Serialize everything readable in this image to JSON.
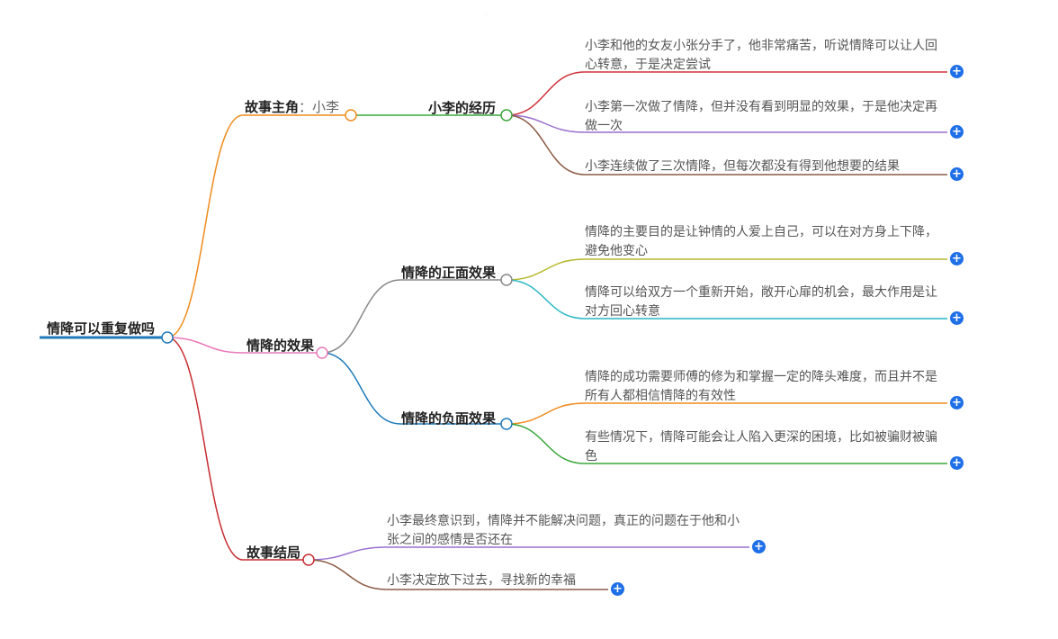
{
  "root": {
    "label": "情降可以重复做吗",
    "color": "#1f7ab8"
  },
  "branches": {
    "protagonist": {
      "label": "故事主角",
      "sep": "：",
      "value": "小李",
      "color": "#f08a1c"
    },
    "experience": {
      "label": "小李的经历",
      "color": "#3aa53a",
      "items": [
        {
          "text": "小李和他的女友小张分手了，他非常痛苦，听说情降可以让人回心转意，于是决定尝试",
          "color": "#d0313a"
        },
        {
          "text": "小李第一次做了情降，但并没有看到明显的效果，于是他决定再做一次",
          "color": "#9b6fcf"
        },
        {
          "text": "小李连续做了三次情降，但每次都没有得到他想要的结果",
          "color": "#8b5a45"
        }
      ]
    },
    "effects": {
      "label": "情降的效果",
      "color": "#e879b8",
      "positive": {
        "label": "情降的正面效果",
        "color": "#888888",
        "items": [
          {
            "text": "情降的主要目的是让钟情的人爱上自己，可以在对方身上下降，避免他变心",
            "color": "#b5b82a"
          },
          {
            "text": "情降可以给双方一个重新开始，敞开心扉的机会，最大作用是让对方回心转意",
            "color": "#27b7c4"
          }
        ]
      },
      "negative": {
        "label": "情降的负面效果",
        "color": "#1f7ab8",
        "items": [
          {
            "text": "情降的成功需要师傅的修为和掌握一定的降头难度，而且并不是所有人都相信情降的有效性",
            "color": "#f08a1c"
          },
          {
            "text": "有些情况下，情降可能会让人陷入更深的困境，比如被骗财被骗色",
            "color": "#3aa53a"
          }
        ]
      }
    },
    "ending": {
      "label": "故事结局",
      "color": "#c72b30",
      "items": [
        {
          "text": "小李最终意识到，情降并不能解决问题，真正的问题在于他和小张之间的感情是否还在",
          "color": "#9b6fcf"
        },
        {
          "text": "小李决定放下过去，寻找新的幸福",
          "color": "#8b5a45"
        }
      ]
    }
  },
  "expand_symbol": "+",
  "plus_color": "#1f6fe8"
}
